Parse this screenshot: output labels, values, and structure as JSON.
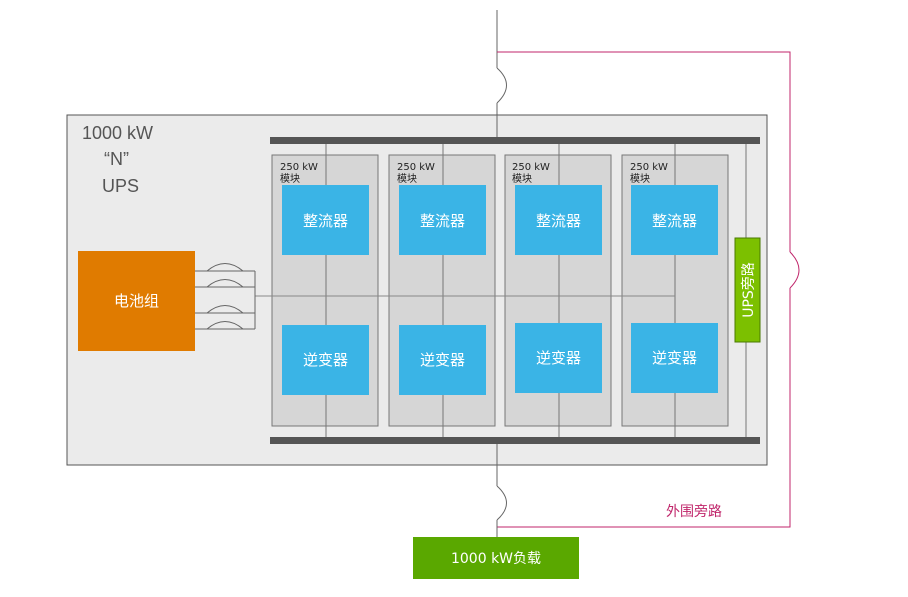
{
  "ups": {
    "title_line1": "1000  kW",
    "title_line2": "“N”",
    "title_line3": "UPS"
  },
  "battery": {
    "label": "电池组",
    "color": "#e07b00"
  },
  "modules": [
    {
      "capacity": "250  kW",
      "unit": "模块",
      "rectifier": "整流器",
      "inverter": "逆变器"
    },
    {
      "capacity": "250  kW",
      "unit": "模块",
      "rectifier": "整流器",
      "inverter": "逆变器"
    },
    {
      "capacity": "250  kW",
      "unit": "模块",
      "rectifier": "整流器",
      "inverter": "逆变器"
    },
    {
      "capacity": "250  kW",
      "unit": "模块",
      "rectifier": "整流器",
      "inverter": "逆变器"
    }
  ],
  "ups_bypass": {
    "label": "UPS旁路",
    "color": "#7cc000"
  },
  "external_bypass": {
    "label": "外围旁路",
    "color": "#c0266b"
  },
  "load": {
    "label": "1000  kW负载",
    "color": "#5aa800"
  },
  "colors": {
    "ups_body": "#ebebeb",
    "module_body": "#d6d6d6",
    "converter": "#3ab4e6",
    "bus": "#555555"
  }
}
